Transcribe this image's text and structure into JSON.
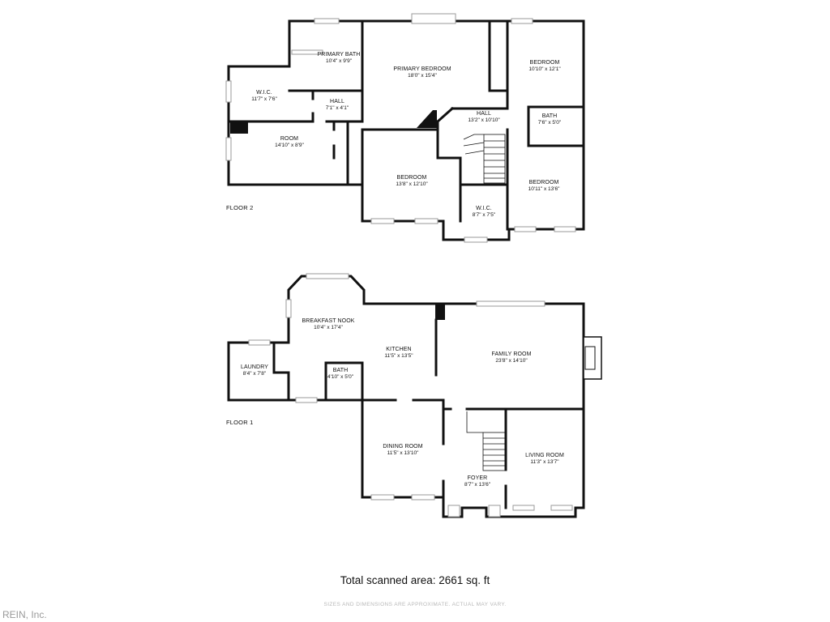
{
  "floors": [
    {
      "id": "floor-2",
      "label": "FLOOR 2",
      "rooms": [
        {
          "id": "primary-bath",
          "name": "PRIMARY BATH",
          "dims": "10'4\" x 9'9\""
        },
        {
          "id": "primary-bedroom",
          "name": "PRIMARY BEDROOM",
          "dims": "18'0\" x 15'4\""
        },
        {
          "id": "bedroom-ne",
          "name": "BEDROOM",
          "dims": "10'10\" x 12'1\""
        },
        {
          "id": "wic-west",
          "name": "W.I.C.",
          "dims": "11'7\" x 7'6\""
        },
        {
          "id": "hall-small",
          "name": "HALL",
          "dims": "7'1\" x 4'1\""
        },
        {
          "id": "hall-main",
          "name": "HALL",
          "dims": "13'2\" x 10'10\""
        },
        {
          "id": "bath-2",
          "name": "BATH",
          "dims": "7'6\" x 5'0\""
        },
        {
          "id": "room",
          "name": "ROOM",
          "dims": "14'10\" x 8'9\""
        },
        {
          "id": "bedroom-center",
          "name": "BEDROOM",
          "dims": "13'8\" x 12'10\""
        },
        {
          "id": "bedroom-se",
          "name": "BEDROOM",
          "dims": "10'11\" x 13'6\""
        },
        {
          "id": "wic-south",
          "name": "W.I.C.",
          "dims": "8'7\" x 7'5\""
        }
      ]
    },
    {
      "id": "floor-1",
      "label": "FLOOR 1",
      "rooms": [
        {
          "id": "breakfast-nook",
          "name": "BREAKFAST NOOK",
          "dims": "10'4\" x 17'4\""
        },
        {
          "id": "kitchen",
          "name": "KITCHEN",
          "dims": "11'5\" x 13'5\""
        },
        {
          "id": "family-room",
          "name": "FAMILY ROOM",
          "dims": "23'8\" x 14'10\""
        },
        {
          "id": "laundry",
          "name": "LAUNDRY",
          "dims": "8'4\" x 7'8\""
        },
        {
          "id": "bath-1",
          "name": "BATH",
          "dims": "4'10\" x 5'0\""
        },
        {
          "id": "dining-room",
          "name": "DINING ROOM",
          "dims": "11'5\" x 13'10\""
        },
        {
          "id": "foyer",
          "name": "FOYER",
          "dims": "8'7\" x 13'6\""
        },
        {
          "id": "living-room",
          "name": "LIVING ROOM",
          "dims": "11'3\" x 13'7\""
        }
      ]
    }
  ],
  "total_area": "Total scanned area: 2661 sq. ft",
  "disclaimer": "SIZES AND DIMENSIONS ARE APPROXIMATE. ACTUAL MAY VARY.",
  "watermark": "REIN, Inc.",
  "colors": {
    "wall": "#111111",
    "window": "#9a9a9a",
    "background": "#ffffff"
  }
}
